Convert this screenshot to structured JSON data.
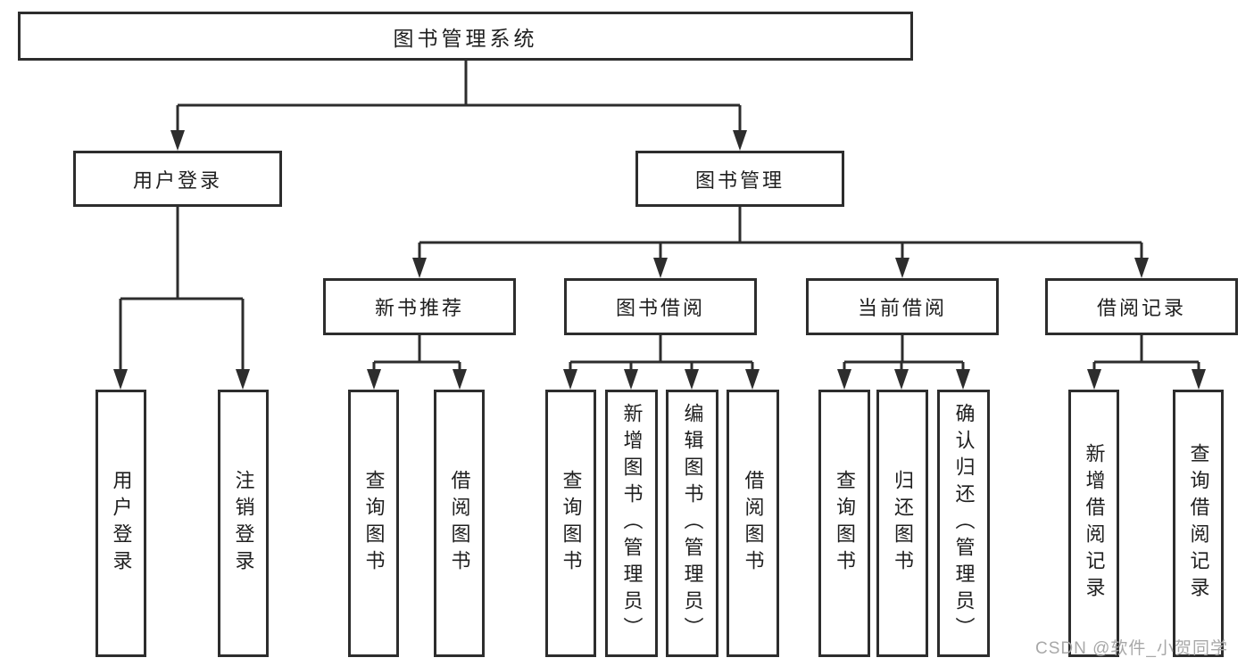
{
  "colors": {
    "line": "#2d2d2d",
    "box_border": "#2d2d2d",
    "text": "#1f1f1f",
    "watermark_text": "#a8a8a8",
    "background": "#ffffff"
  },
  "watermark": "CSDN @软件_小贺同学",
  "tree": {
    "root": {
      "label": "图书管理系统"
    },
    "children": [
      {
        "label": "用户登录",
        "children": [
          {
            "label": "用户登录"
          },
          {
            "label": "注销登录"
          }
        ]
      },
      {
        "label": "图书管理",
        "children": [
          {
            "label": "新书推荐",
            "children": [
              {
                "label": "查询图书"
              },
              {
                "label": "借阅图书"
              }
            ]
          },
          {
            "label": "图书借阅",
            "children": [
              {
                "label": "查询图书"
              },
              {
                "label": "新增图书（管理员）"
              },
              {
                "label": "编辑图书（管理员）"
              },
              {
                "label": "借阅图书"
              }
            ]
          },
          {
            "label": "当前借阅",
            "children": [
              {
                "label": "查询图书"
              },
              {
                "label": "归还图书"
              },
              {
                "label": "确认归还（管理员）"
              }
            ]
          },
          {
            "label": "借阅记录",
            "children": [
              {
                "label": "新增借阅记录"
              },
              {
                "label": "查询借阅记录"
              }
            ]
          }
        ]
      }
    ]
  }
}
